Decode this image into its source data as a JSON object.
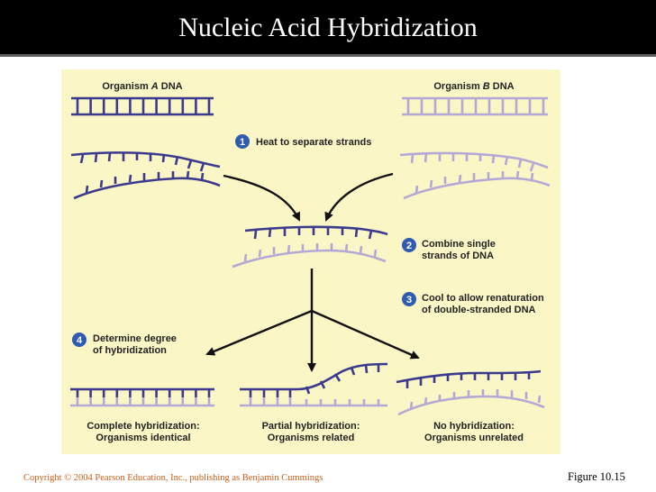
{
  "slide": {
    "title": "Nucleic Acid Hybridization",
    "copyright": "Copyright © 2004 Pearson Education, Inc., publishing as Benjamin Cummings",
    "figure": "Figure 10.15"
  },
  "diagram": {
    "organism_a_prefix": "Organism ",
    "organism_a_letter": "A",
    "organism_a_suffix": " DNA",
    "organism_b_prefix": "Organism ",
    "organism_b_letter": "B",
    "organism_b_suffix": " DNA",
    "steps": [
      {
        "number": "1",
        "lines": [
          "Heat to separate strands"
        ]
      },
      {
        "number": "2",
        "lines": [
          "Combine single",
          "strands of DNA"
        ]
      },
      {
        "number": "3",
        "lines": [
          "Cool to allow renaturation",
          "of double-stranded DNA"
        ]
      },
      {
        "number": "4",
        "lines": [
          "Determine degree",
          "of hybridization"
        ]
      }
    ],
    "outcomes": [
      {
        "lines": [
          "Complete hybridization:",
          "Organisms identical"
        ]
      },
      {
        "lines": [
          "Partial hybridization:",
          "Organisms related"
        ]
      },
      {
        "lines": [
          "No hybridization:",
          "Organisms unrelated"
        ]
      }
    ],
    "colors": {
      "panel": "#fbf6c6",
      "strand_a": "#3c3a8e",
      "strand_b": "#b3a8d6",
      "step_circle": "#2f5bb0",
      "arrow": "#111111"
    }
  }
}
